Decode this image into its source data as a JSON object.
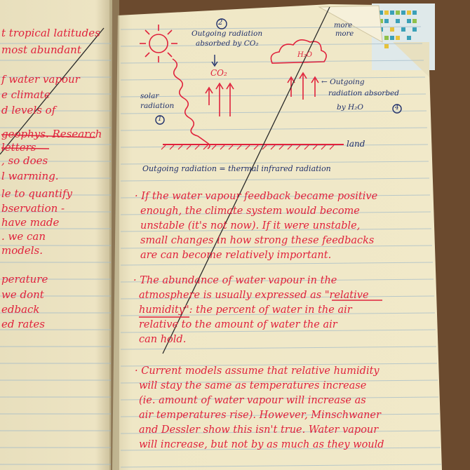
{
  "colors": {
    "ink_red": "#e0223c",
    "ink_blue": "#1f2f6b",
    "paper": "#efe6c4",
    "ruled_line": "#9fb9c9",
    "desk": "#6b4a2e"
  },
  "left_page": {
    "lines": [
      "t tropical latitudes",
      "most abundant",
      "f water vapour",
      "e climate",
      "d levels of",
      "geophys. Research",
      "letters",
      ", so does",
      "l warming.",
      "le to quantify",
      "bservation -",
      "have made",
      ". we can",
      "models.",
      "perature",
      "we dont",
      "edback",
      "ed rates"
    ]
  },
  "diagram": {
    "step_2": "2",
    "outgoing_absorbed_co2": [
      "Outgoing radiation",
      "absorbed by CO₂"
    ],
    "co2_label": "CO₂",
    "h2o_label": "H₂O",
    "solar_radiation": [
      "solar",
      "radiation"
    ],
    "step_1": "1",
    "outgoing_absorbed_h2o": [
      "← Outgoing",
      "radiation absorbed",
      "by H₂O"
    ],
    "step_4": "4",
    "land_label": "land",
    "more_labels": [
      "more",
      "more"
    ],
    "caption": "Outgoing radiation = thermal infrared radiation"
  },
  "notes": [
    {
      "lines": [
        "· If the water vapour feedback became positive",
        "enough, the climate system would become",
        "unstable (it's not now). If it were unstable,",
        "small changes in how strong these feedbacks",
        "are can become relatively important."
      ]
    },
    {
      "lines": [
        "· The abundance of water vapour in the",
        "atmosphere is usually expressed as \"relative",
        "humidity\": the percent of water in the air",
        "relative to the amount of water the air",
        "can hold."
      ]
    },
    {
      "lines": [
        "· Current models assume that relative humidity",
        "will stay the same as temperatures increase",
        "(ie. amount of water vapour will increase as",
        "air temperatures rise). However, Minschwaner",
        "and Dessler show this isn't true. Water vapour",
        "will increase, but not by as much as they would"
      ]
    }
  ]
}
